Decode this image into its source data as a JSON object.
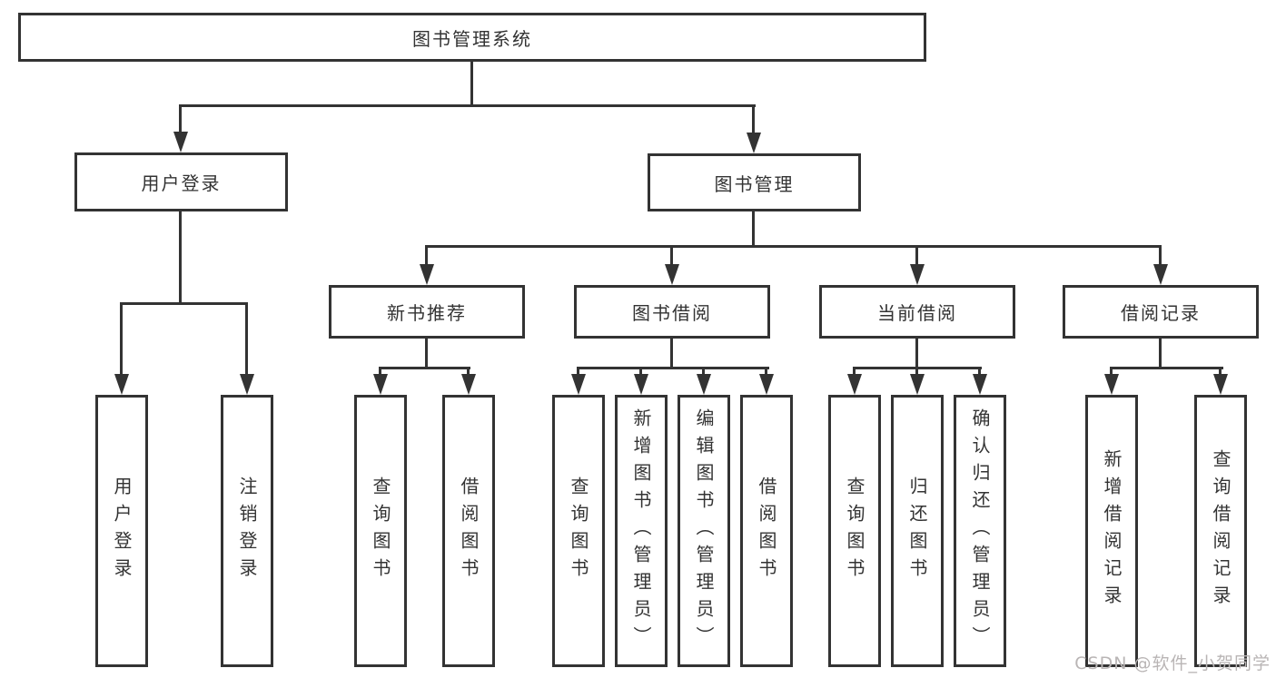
{
  "tree": {
    "label": "图书管理系统",
    "children": [
      {
        "label": "用户登录",
        "children": [
          {
            "label": "用户登录"
          },
          {
            "label": "注销登录"
          }
        ]
      },
      {
        "label": "图书管理",
        "children": [
          {
            "label": "新书推荐",
            "children": [
              {
                "label": "查询图书"
              },
              {
                "label": "借阅图书"
              }
            ]
          },
          {
            "label": "图书借阅",
            "children": [
              {
                "label": "查询图书"
              },
              {
                "label": "新增图书（管理员）"
              },
              {
                "label": "编辑图书（管理员）"
              },
              {
                "label": "借阅图书"
              }
            ]
          },
          {
            "label": "当前借阅",
            "children": [
              {
                "label": "查询图书"
              },
              {
                "label": "归还图书"
              },
              {
                "label": "确认归还（管理员）"
              }
            ]
          },
          {
            "label": "借阅记录",
            "children": [
              {
                "label": "新增借阅记录"
              },
              {
                "label": "查询借阅记录"
              }
            ]
          }
        ]
      }
    ]
  },
  "watermark": "CSDN @软件_小贺同学",
  "colors": {
    "line": "#333333",
    "text": "#333333",
    "watermark": "#b9b5b5"
  }
}
